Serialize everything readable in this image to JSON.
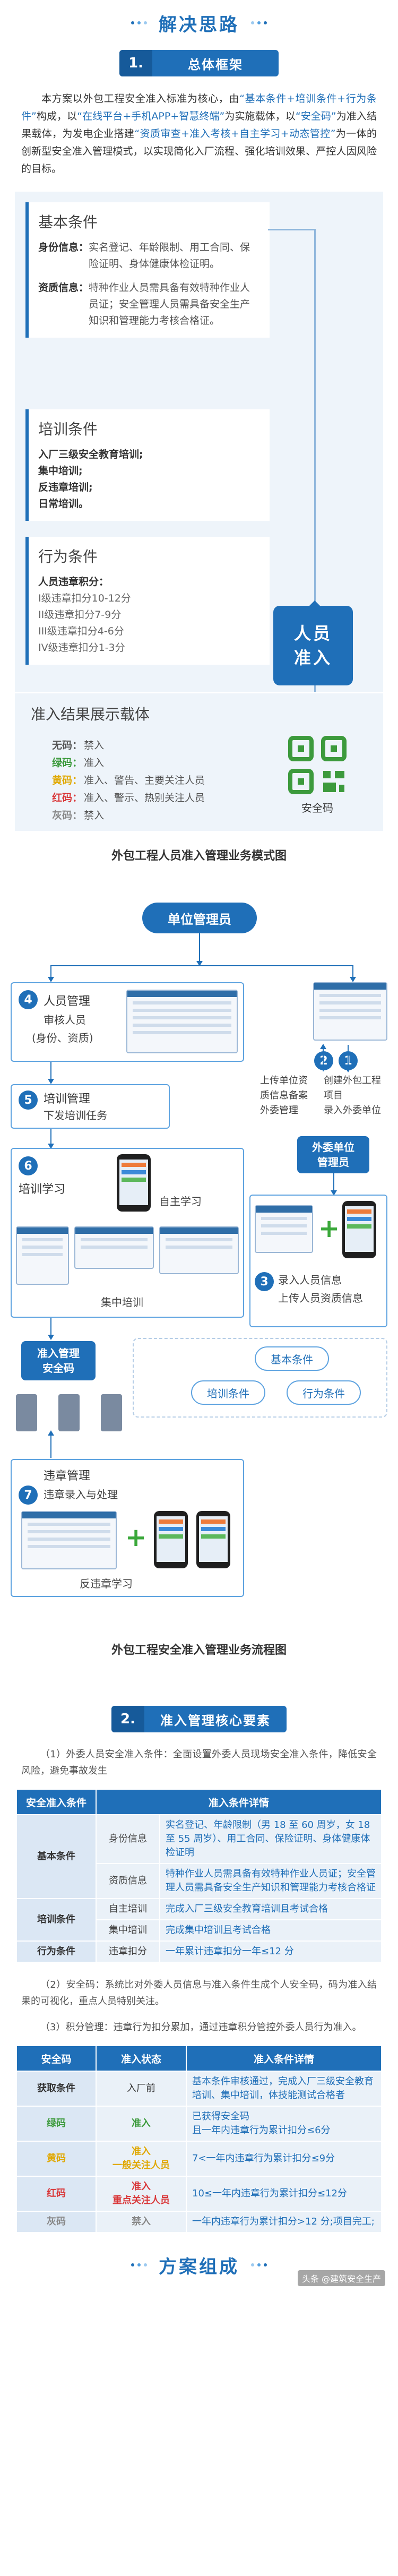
{
  "header": {
    "title": "解决思路"
  },
  "section1": {
    "num": "1.",
    "label": "总体框架",
    "intro_a": "本方案以外包工程安全准入标准为核心，由",
    "intro_b": "“基本条件+培训条件+行为条件”",
    "intro_c": "构成，以",
    "intro_d": "“在线平台+手机APP+智慧终端”",
    "intro_e": "为实施载体，以",
    "intro_f": "“安全码”",
    "intro_g": "为准入结果载体，为发电企业搭建",
    "intro_h": "“资质审查+准入考核+自主学习+动态管控”",
    "intro_i": "为一体的创新型安全准入管理模式，以实现简化入厂流程、强化培训效果、严控人因风险的目标。"
  },
  "framework": {
    "basic": {
      "title": "基本条件",
      "identity_label": "身份信息：",
      "identity_text": "实名登记、年龄限制、用工合同、保险证明、身体健康体检证明。",
      "qual_label": "资质信息：",
      "qual_text": "特种作业人员需具备有效特种作业人员证；安全管理人员需具备安全生产知识和管理能力考核合格证。"
    },
    "training": {
      "title": "培训条件",
      "lines": [
        "入厂三级安全教育培训;",
        "集中培训;",
        "反违章培训;",
        "日常培训。"
      ]
    },
    "behavior": {
      "title": "行为条件",
      "head": "人员违章积分：",
      "lines": [
        "I级违章扣分10-12分",
        "II级违章扣分7-9分",
        "III级违章扣分4-6分",
        "IV级违章扣分1-3分"
      ]
    },
    "person": {
      "line1": "人员",
      "line2": "准入"
    },
    "display": {
      "title": "准入结果展示载体",
      "statuses": [
        {
          "code": "无码：",
          "text": "禁入"
        },
        {
          "code": "绿码：",
          "text": "准入"
        },
        {
          "code": "黄码：",
          "text": "准入、警告、主要关注人员"
        },
        {
          "code": "红码：",
          "text": "准入、警示、热别关注人员"
        },
        {
          "code": "灰码：",
          "text": "禁入"
        }
      ],
      "qr_label": "安全码"
    }
  },
  "captions": {
    "model": "外包工程人员准入管理业务模式图",
    "flow": "外包工程安全准入管理业务流程图"
  },
  "workflow": {
    "top": "单位管理员",
    "step4": {
      "num": "4",
      "title": "人员管理",
      "line1": "审核人员",
      "line2": "(身份、资质)"
    },
    "step5": {
      "num": "5",
      "title": "培训管理",
      "line1": "下发培训任务"
    },
    "step6": {
      "num": "6",
      "title": "培训学习",
      "self": "自主学习",
      "central": "集中培训"
    },
    "step1": {
      "num": "1",
      "line1": "创建外包工程",
      "line2": "项目",
      "line3": "录入外委单位"
    },
    "step2": {
      "num": "2",
      "line1": "上传单位资",
      "line2": "质信息备案",
      "line3": "外委管理"
    },
    "outsource": {
      "line1": "外委单位",
      "line2": "管理员"
    },
    "step3": {
      "num": "3",
      "line1": "录入人员信息",
      "line2": "上传人员资质信息"
    },
    "code_tag": {
      "line1": "准入管理",
      "line2": "安全码"
    },
    "pills": {
      "basic": "基本条件",
      "training": "培训条件",
      "behavior": "行为条件"
    },
    "step7": {
      "num": "7",
      "title": "违章管理",
      "line1": "违章录入与处理",
      "line2": "反违章学习"
    }
  },
  "section2": {
    "num": "2.",
    "label": "准入管理核心要素",
    "p1": "（1）外委人员安全准入条件：全面设置外委人员现场安全准入条件，降低安全风险，避免事故发生",
    "table1": {
      "headers": [
        "安全准入条件",
        "准入条件详情"
      ],
      "basic": "基本条件",
      "identity": "身份信息",
      "identity_detail": "实名登记、年龄限制（男 18 至 60 周岁，女 18 至 55 周岁）、用工合同、保险证明、身体健康体检证明",
      "qualification": "资质信息",
      "qualification_detail": "特种作业人员需具备有效特种作业人员证；安全管理人员需具备安全生产知识和管理能力考核合格证",
      "training": "培训条件",
      "self": "自主培训",
      "self_detail": "完成入厂三级安全教育培训且考试合格",
      "central": "集中培训",
      "central_detail": "完成集中培训且考试合格",
      "behavior": "行为条件",
      "score": "违章扣分",
      "score_detail": "一年累计违章扣分一年≤12 分"
    },
    "p2": "（2）安全码：系统比对外委人员信息与准入条件生成个人安全码，码为准入结果的可视化，重点人员特别关注。",
    "p3": "（3）积分管理：违章行为扣分累加，通过违章积分管控外委人员行为准入。",
    "table2": {
      "headers": [
        "安全码",
        "准入状态",
        "准入条件详情"
      ],
      "rows": [
        {
          "code": "获取条件",
          "status": "入厂前",
          "detail": "基本条件审核通过，完成入厂三级安全教育培训、集中培训，体技能测试合格者"
        },
        {
          "code": "绿码",
          "status": "准入",
          "detail": "已获得安全码\n且一年内违章行为累计扣分≤6分"
        },
        {
          "code": "黄码",
          "status": "准入\n一般关注人员",
          "detail": "7<一年内违章行为累计扣分≤9分"
        },
        {
          "code": "红码",
          "status": "准入\n重点关注人员",
          "detail": "10≤一年内违章行为累计扣分≤12分"
        },
        {
          "code": "灰码",
          "status": "禁入",
          "detail": "一年内违章行为累计扣分>12 分;项目完工;"
        }
      ]
    }
  },
  "section3": {
    "title": "方案组成"
  },
  "watermark": "头条 @建筑安全生产",
  "colors": {
    "primary": "#1f6fb8",
    "green": "#3c9a3c",
    "yellow": "#e0a800",
    "red": "#d9383a",
    "gray": "#888888"
  }
}
